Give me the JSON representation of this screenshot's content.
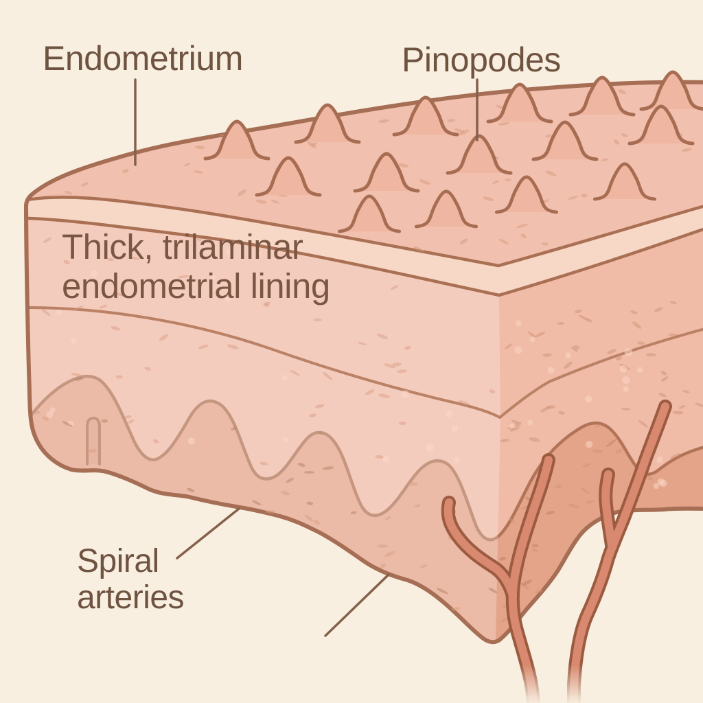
{
  "figure": {
    "type": "anatomical-illustration",
    "subject": "endometrium cross-section",
    "labels": {
      "endometrium": "Endometrium",
      "pinopodes": "Pinopodes",
      "lining_line1": "Thick, trilaminar",
      "lining_line2": "endometrial lining",
      "spiral_line1": "Spiral",
      "spiral_line2": "arteries"
    },
    "palette": {
      "background": "#f9efe1",
      "tissue_top_surface": "#f2c0ae",
      "tissue_front_face": "#f0bba7",
      "tissue_left_face": "#f4c9b8",
      "trilaminar_band": "#f7d7c6",
      "basal_layer": "#e4a48a",
      "outline_brown": "#a56e55",
      "layer_line": "#b27457",
      "mid_line": "#ba8165",
      "pinopode_fill": "#efb6a1",
      "artery_fill": "#d8896f",
      "artery_outline": "#9b5b41",
      "leader_line": "#85604b",
      "label_text": "#6f5341"
    }
  }
}
